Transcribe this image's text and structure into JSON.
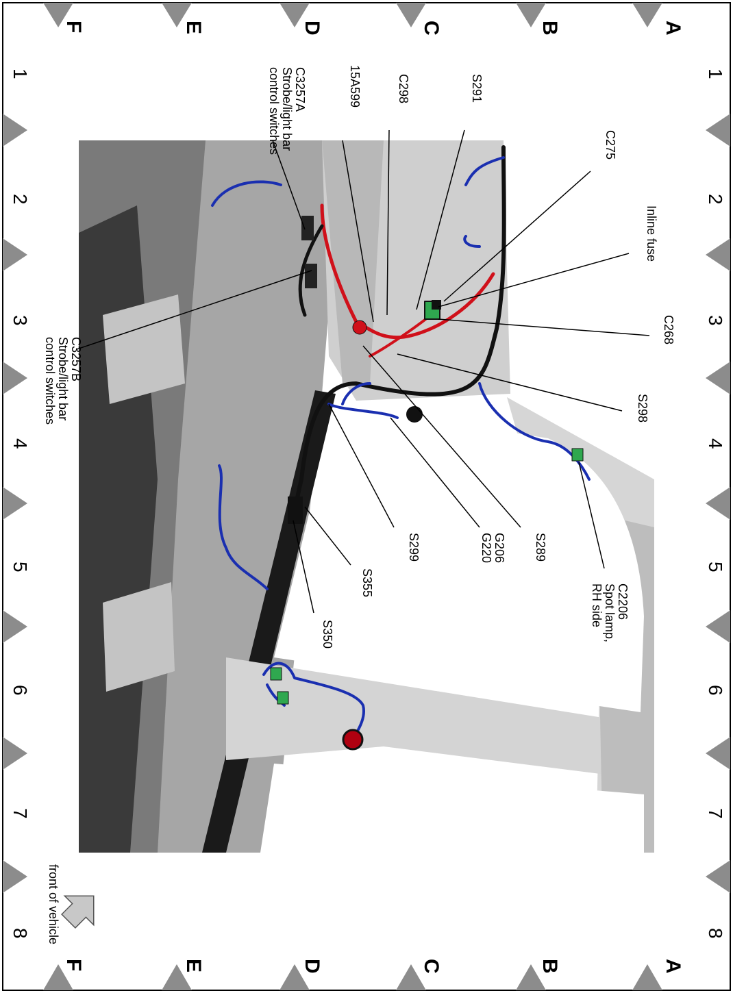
{
  "grid": {
    "rows": [
      "A",
      "B",
      "C",
      "D",
      "E",
      "F"
    ],
    "columns": [
      "1",
      "2",
      "3",
      "4",
      "5",
      "6",
      "7",
      "8"
    ]
  },
  "callouts": [
    {
      "id": "c275",
      "lines": [
        "C275"
      ]
    },
    {
      "id": "inline-fuse",
      "lines": [
        "Inline fuse"
      ]
    },
    {
      "id": "c268",
      "lines": [
        "C268"
      ]
    },
    {
      "id": "s291",
      "lines": [
        "S291"
      ]
    },
    {
      "id": "c298",
      "lines": [
        "C298"
      ]
    },
    {
      "id": "15a599",
      "lines": [
        "15A599"
      ]
    },
    {
      "id": "c3257a",
      "lines": [
        "C3257A",
        "Strobe/light bar",
        "control switches"
      ]
    },
    {
      "id": "c3257b",
      "lines": [
        "C3257B",
        "Strobe/light bar",
        "control switches"
      ]
    },
    {
      "id": "s298",
      "lines": [
        "S298"
      ]
    },
    {
      "id": "s289",
      "lines": [
        "S289"
      ]
    },
    {
      "id": "g206-g220",
      "lines": [
        "G206",
        "G220"
      ]
    },
    {
      "id": "s299",
      "lines": [
        "S299"
      ]
    },
    {
      "id": "s355",
      "lines": [
        "S355"
      ]
    },
    {
      "id": "s350",
      "lines": [
        "S350"
      ]
    },
    {
      "id": "c2206",
      "lines": [
        "C2206",
        "Spot lamp,",
        "RH side"
      ]
    }
  ],
  "orientation_label": "front of vehicle",
  "colors": {
    "border": "#000000",
    "marker": "#8c8c8c",
    "metal_light": "#d9d9d9",
    "metal_mid": "#a6a6a6",
    "metal_dark": "#2b2b2b",
    "wire_blue": "#1a2fb0",
    "wire_red": "#d0101a",
    "wire_black": "#111111",
    "connector_green": "#2fa84f",
    "arrow_fill": "#c8c8c8"
  }
}
